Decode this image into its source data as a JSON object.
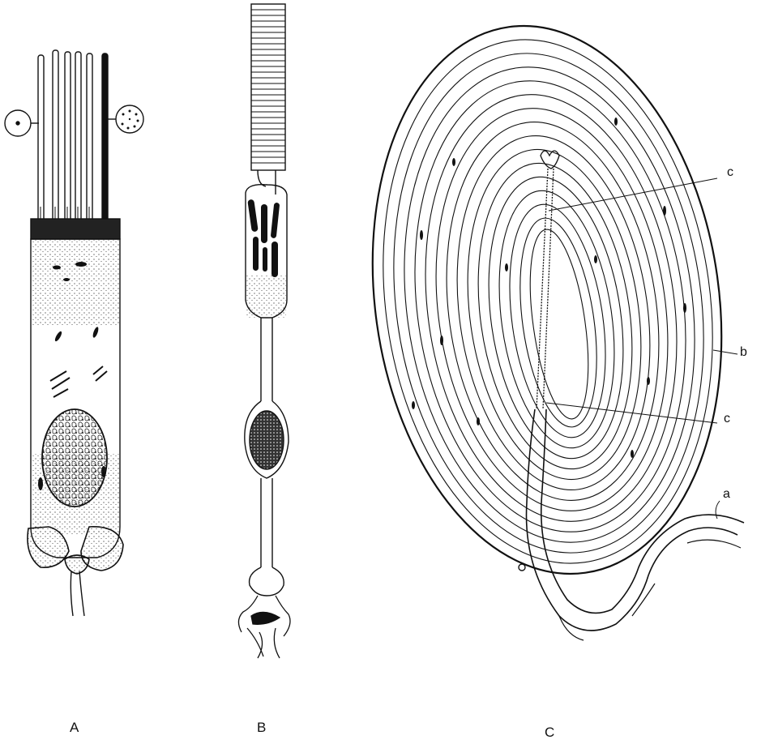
{
  "panels": {
    "a": {
      "label": "A"
    },
    "b": {
      "label": "B"
    },
    "c": {
      "label": "C"
    }
  },
  "leaders": {
    "c_upper": "c",
    "c_lower": "c",
    "b": "b",
    "a": "a"
  }
}
